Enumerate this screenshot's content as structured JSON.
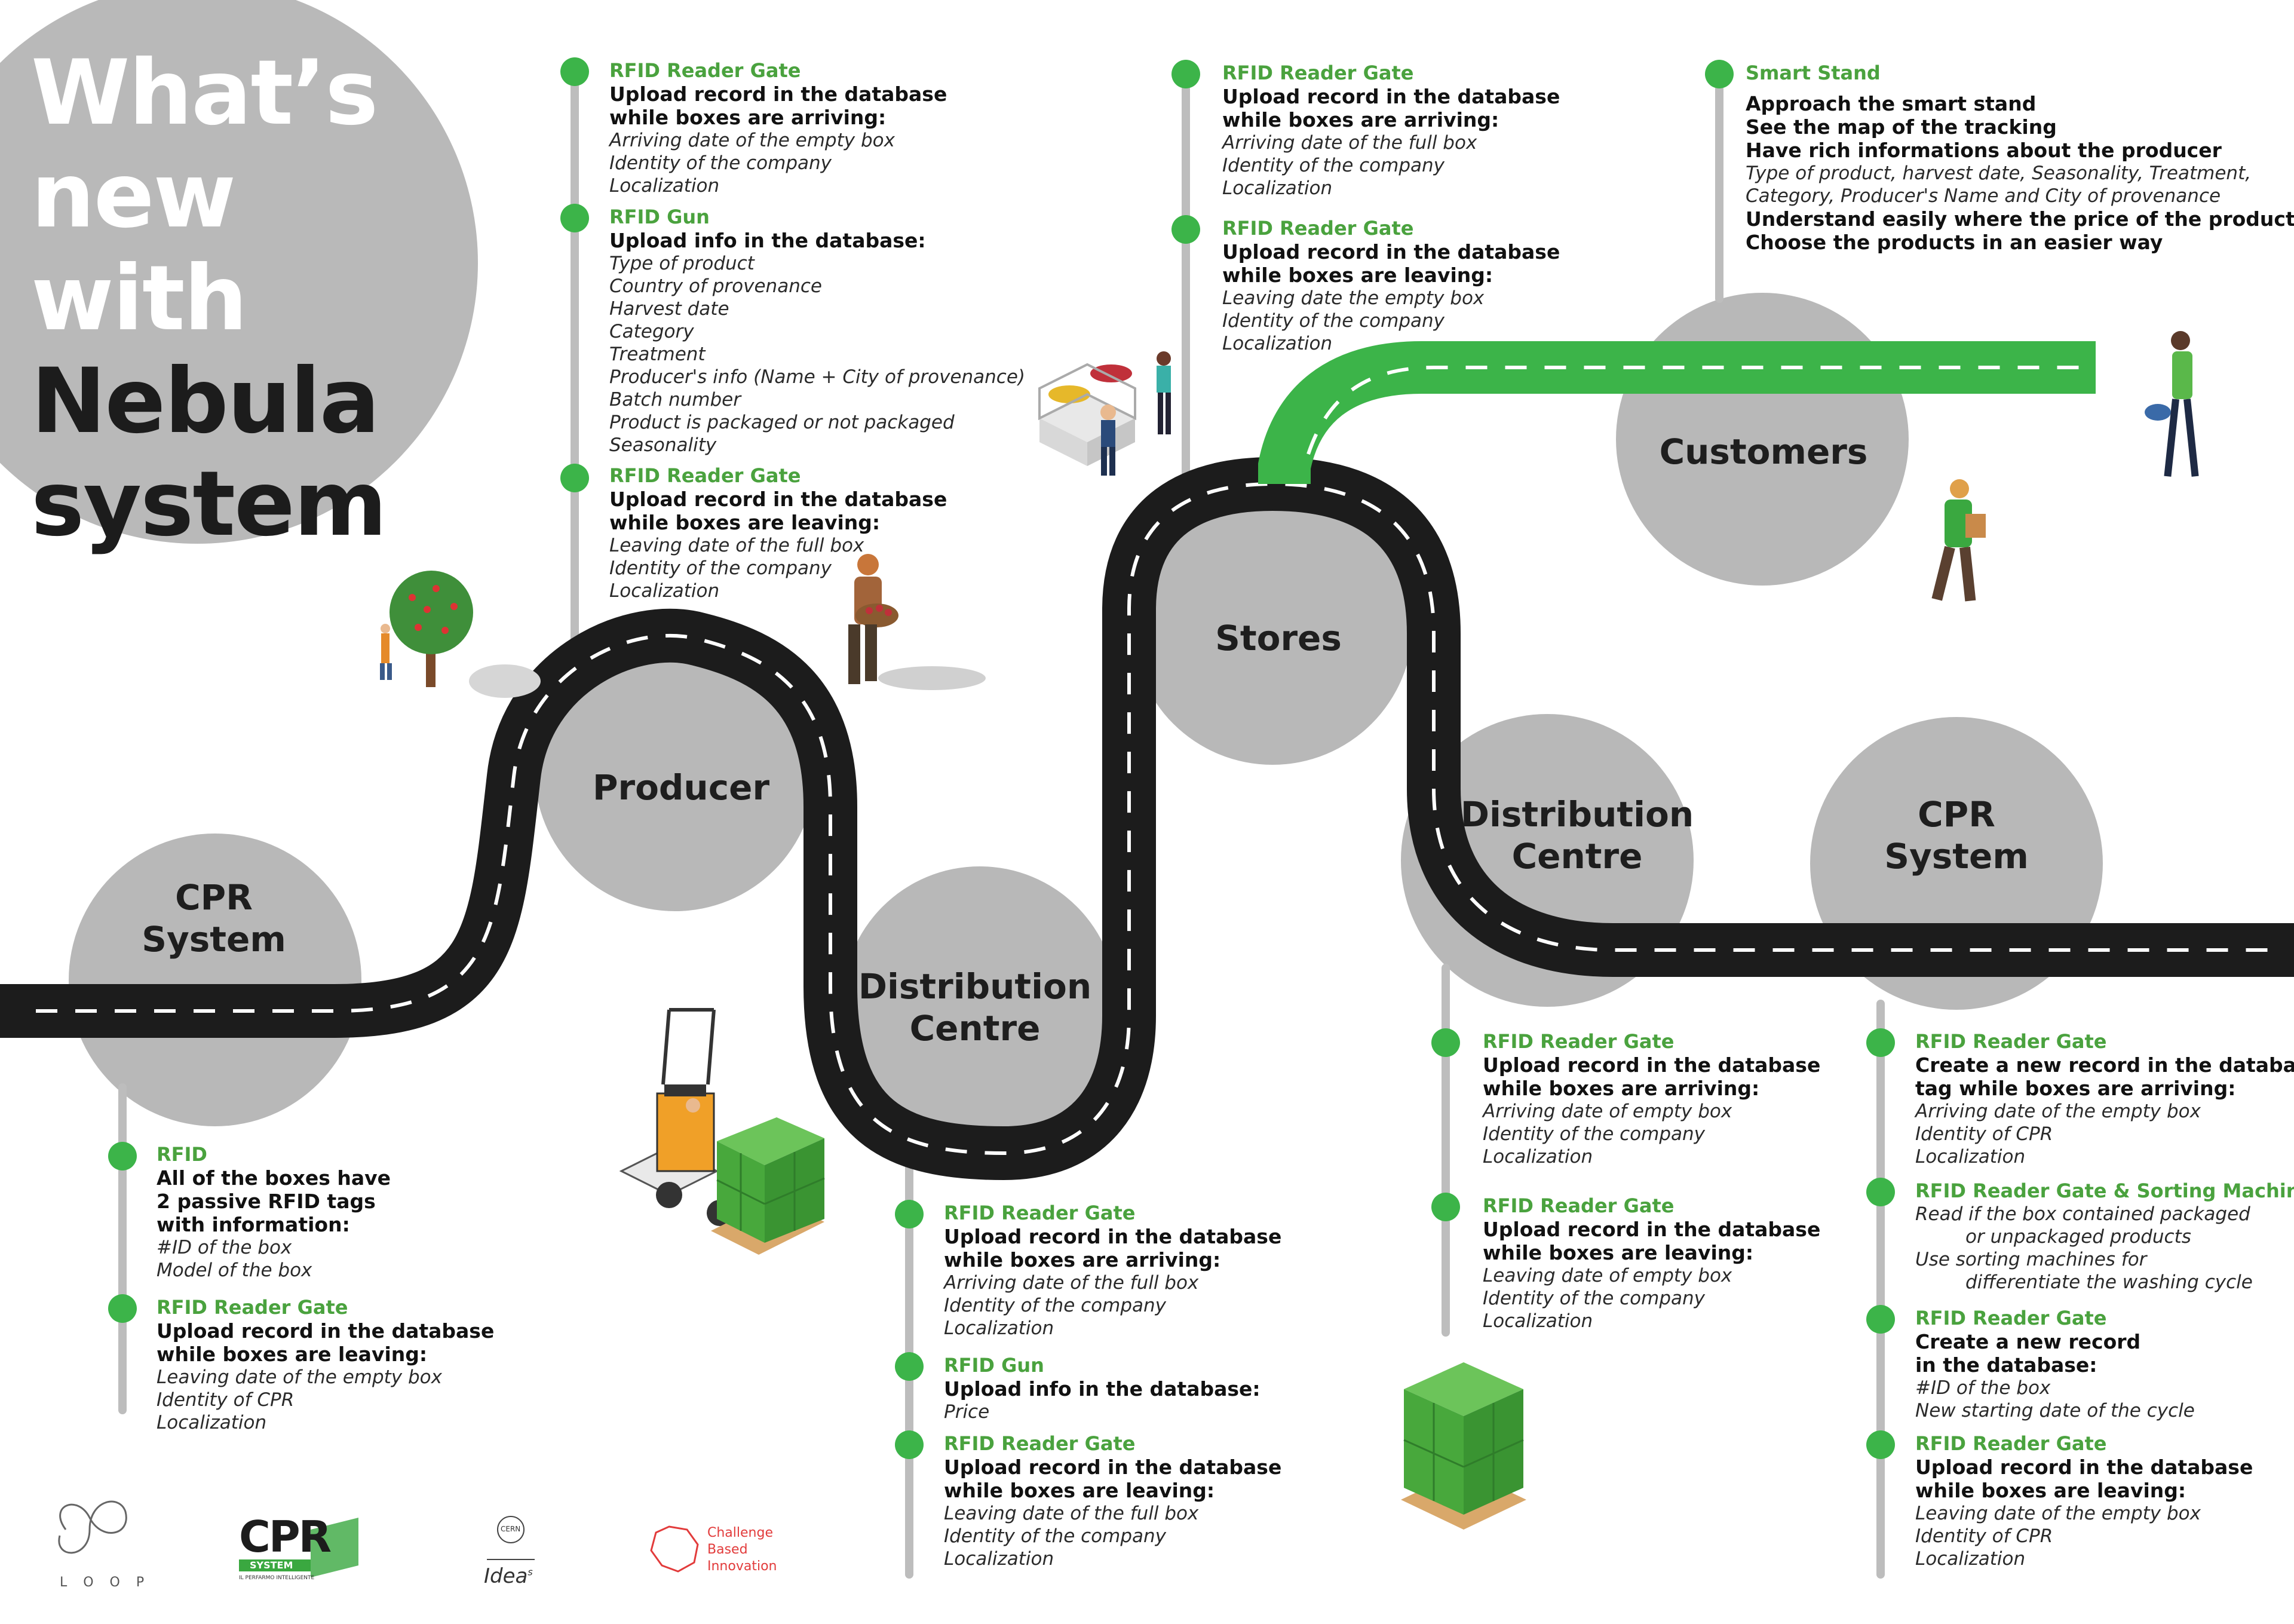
{
  "headline": {
    "line1": "What’s",
    "line2": "new",
    "line3": "with",
    "line4": "Nebula",
    "line5": "system"
  },
  "stages": {
    "cpr_left": "CPR\nSystem",
    "producer": "Producer",
    "dist_mid": "Distribution\nCentre",
    "stores": "Stores",
    "dist_right": "Distribution\nCentre",
    "customers": "Customers",
    "cpr_right": "CPR\nSystem"
  },
  "cpr_left": {
    "rfid_title": "RFID",
    "rfid_bold": [
      "All of the boxes have",
      "2 passive RFID tags",
      "with information:"
    ],
    "rfid_items": [
      "#ID of the box",
      "Model of the box"
    ],
    "gate_title": "RFID Reader Gate",
    "gate_bold": [
      "Upload record in the database",
      "while boxes are leaving:"
    ],
    "gate_items": [
      "Leaving date of the empty box",
      "Identity of CPR",
      "Localization"
    ]
  },
  "producer": {
    "gate1_title": "RFID Reader Gate",
    "gate1_bold": [
      "Upload record in the database",
      "while boxes are arriving:"
    ],
    "gate1_items": [
      "Arriving date of the empty box",
      "Identity of the company",
      "Localization"
    ],
    "gun_title": "RFID Gun",
    "gun_bold": [
      "Upload info in the database:"
    ],
    "gun_items": [
      "Type of product",
      "Country of provenance",
      "Harvest date",
      "Category",
      "Treatment",
      "Producer's info (Name + City of provenance)",
      "Batch number",
      "Product is packaged or not packaged",
      "Seasonality"
    ],
    "gate2_title": "RFID Reader Gate",
    "gate2_bold": [
      "Upload record in the database",
      "while boxes are leaving:"
    ],
    "gate2_items": [
      "Leaving date of the full box",
      "Identity of the company",
      "Localization"
    ]
  },
  "dist_mid": {
    "gate1_title": "RFID Reader Gate",
    "gate1_bold": [
      "Upload record in the database",
      "while boxes are arriving:"
    ],
    "gate1_items": [
      "Arriving date of the full box",
      "Identity of the company",
      "Localization"
    ],
    "gun_title": "RFID Gun",
    "gun_bold": [
      "Upload info in the database:"
    ],
    "gun_items": [
      "Price"
    ],
    "gate2_title": "RFID Reader Gate",
    "gate2_bold": [
      "Upload record in the database",
      "while boxes are leaving:"
    ],
    "gate2_items": [
      "Leaving date of the full box",
      "Identity of the company",
      "Localization"
    ]
  },
  "stores": {
    "gate1_title": "RFID Reader Gate",
    "gate1_bold": [
      "Upload record in the database",
      "while boxes are arriving:"
    ],
    "gate1_items": [
      "Arriving date of the full box",
      "Identity of the company",
      "Localization"
    ],
    "gate2_title": "RFID Reader Gate",
    "gate2_bold": [
      "Upload record in the database",
      "while boxes are leaving:"
    ],
    "gate2_items": [
      "Leaving date the empty box",
      "Identity of the company",
      "Localization"
    ]
  },
  "customers": {
    "title": "Smart Stand",
    "bold": [
      "Approach the smart stand",
      "See the map of the tracking",
      "Have rich informations about the producer"
    ],
    "items": [
      "Type of product, harvest date, Seasonality, Treatment,",
      "Category, Producer's Name and City of provenance"
    ],
    "bold2": [
      "Understand easily where the price of the product is",
      "Choose the products in an easier way"
    ]
  },
  "dist_right": {
    "gate1_title": "RFID Reader Gate",
    "gate1_bold": [
      "Upload record in the database",
      "while boxes are arriving:"
    ],
    "gate1_items": [
      "Arriving date of empty box",
      "Identity of the company",
      "Localization"
    ],
    "gate2_title": "RFID Reader Gate",
    "gate2_bold": [
      "Upload record in the database",
      "while boxes are leaving:"
    ],
    "gate2_items": [
      "Leaving date of empty box",
      "Identity of the company",
      "Localization"
    ]
  },
  "cpr_right": {
    "gate1_title": "RFID Reader Gate",
    "gate1_bold": [
      "Create a new record in the database",
      "tag while boxes are arriving:"
    ],
    "gate1_items": [
      "Arriving date of the empty box",
      "Identity of CPR",
      "Localization"
    ],
    "sort_title": "RFID Reader Gate & Sorting Machine",
    "sort_items": [
      "Read if the box contained packaged",
      "or unpackaged products",
      "Use sorting machines for",
      "differentiate the washing cycle"
    ],
    "gate2_title": "RFID Reader Gate",
    "gate2_bold": [
      "Create a new record",
      "in the database:"
    ],
    "gate2_items": [
      "#ID of the box",
      "New starting date of the cycle"
    ],
    "gate3_title": "RFID Reader Gate",
    "gate3_bold": [
      "Upload record in the database",
      "while boxes are leaving:"
    ],
    "gate3_items": [
      "Leaving date of the empty box",
      "Identity of CPR",
      "Localization"
    ]
  },
  "logos": {
    "loop": "L O O P",
    "cpr_big": "CPR",
    "cpr_small": "SYSTEM",
    "cpr_tag": "IL PERFARMO INTELLIGENTE",
    "cern": "CERN",
    "ideas": "Idea",
    "ideas_sup": "s",
    "cbi": [
      "Challenge",
      "Based",
      "Innovation"
    ]
  },
  "colors": {
    "green": "#4aa23e",
    "road": "#1c1c1c",
    "circle": "#b8b8b8",
    "road_green": "#3cb449",
    "cbi_red": "#e23b3b"
  }
}
